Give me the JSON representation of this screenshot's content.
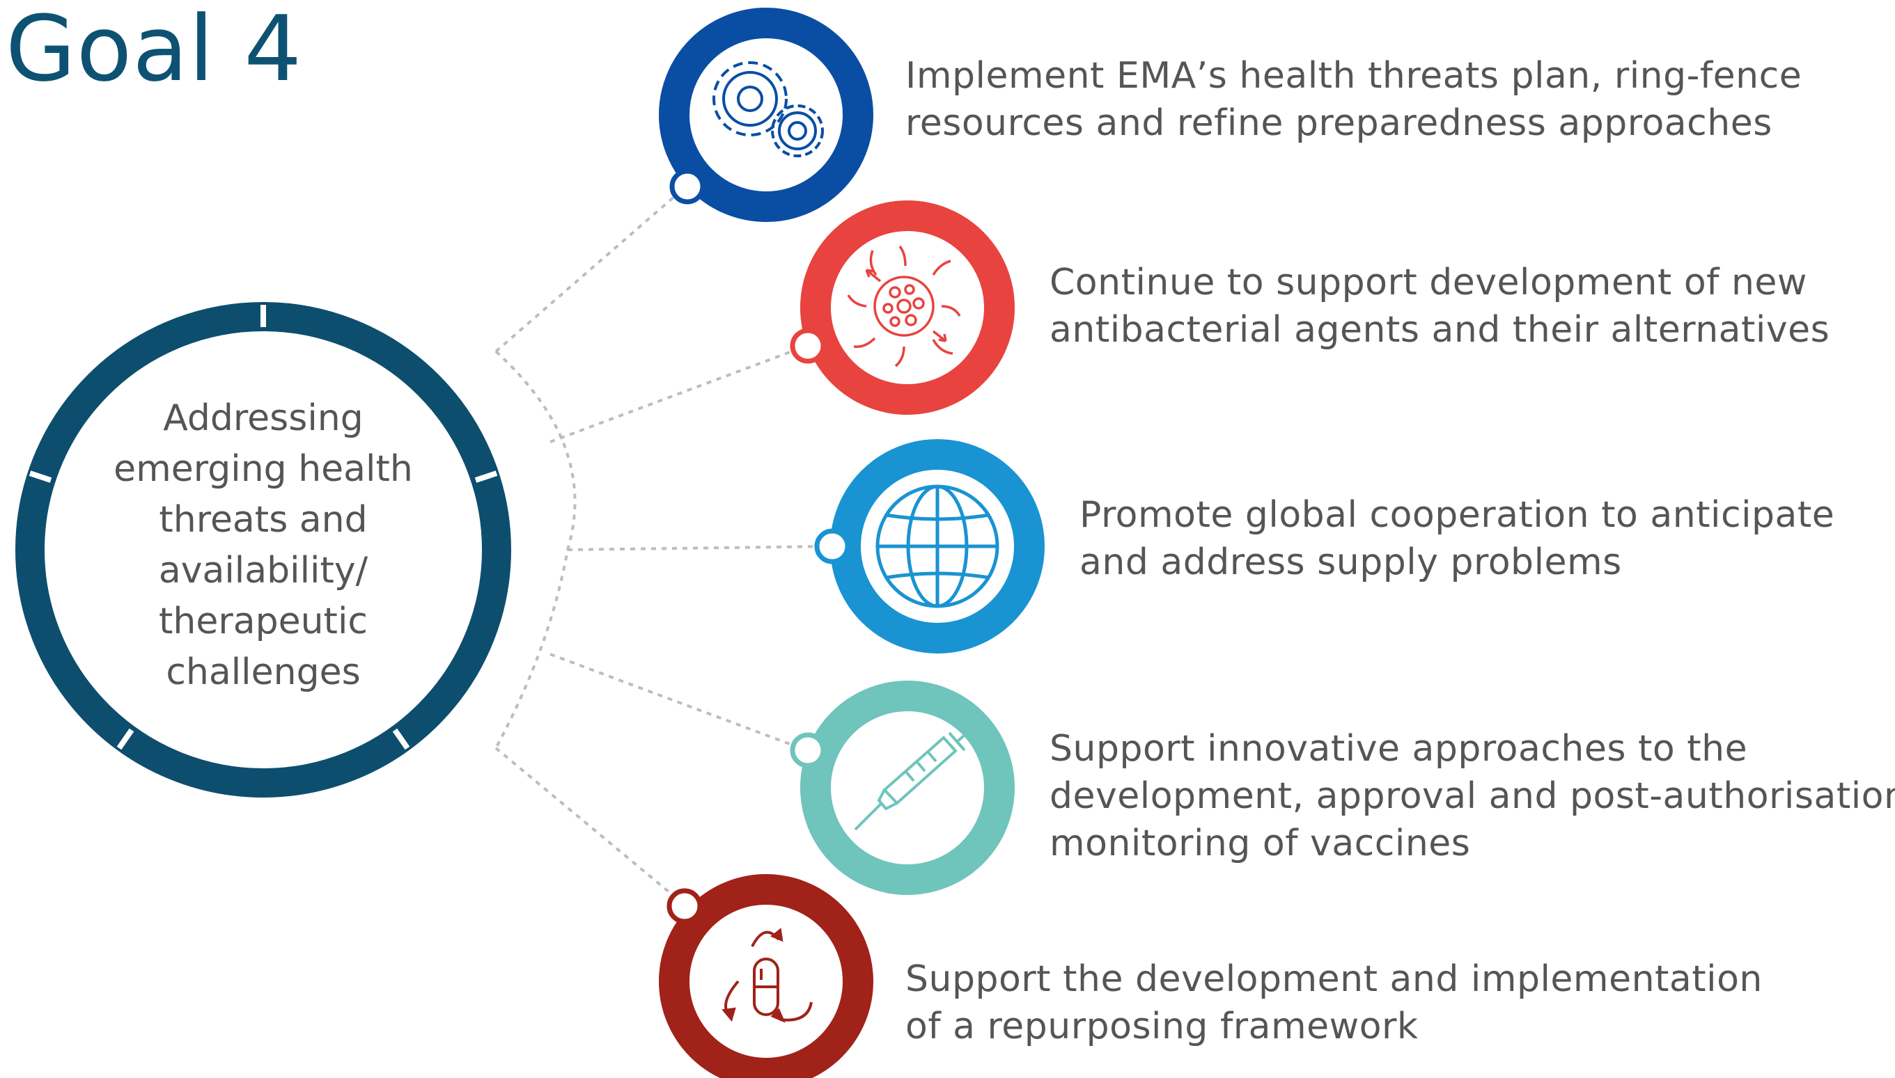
{
  "header": {
    "title": "Goal 4"
  },
  "hub": {
    "lines": [
      "Addressing",
      "emerging health",
      "threats and",
      "availability/",
      "therapeutic",
      "challenges"
    ]
  },
  "objectives": [
    {
      "icon": "gears-icon",
      "color": "#0a4ea4",
      "lines": [
        "Implement EMA’s health threats plan, ring-fence",
        "resources and refine preparedness approaches"
      ]
    },
    {
      "icon": "bacteria-icon",
      "color": "#e8433f",
      "lines": [
        "Continue to support development of new",
        "antibacterial agents and their alternatives"
      ]
    },
    {
      "icon": "globe-icon",
      "color": "#1a93d2",
      "lines": [
        "Promote global cooperation to anticipate",
        "and address supply problems"
      ]
    },
    {
      "icon": "syringe-icon",
      "color": "#6fc4bb",
      "lines": [
        "Support innovative approaches to the",
        "development, approval and post-authorisation",
        "monitoring of vaccines"
      ]
    },
    {
      "icon": "pill-recycle-icon",
      "color": "#a02219",
      "lines": [
        "Support the development and implementation",
        "of a repurposing framework"
      ]
    }
  ],
  "colors": {
    "hub_ring": "#0d4e6e",
    "hub_inner_ring": "#e6e6e8",
    "connector": "#bdbdbd",
    "text": "#555555",
    "title": "#0d5272"
  }
}
